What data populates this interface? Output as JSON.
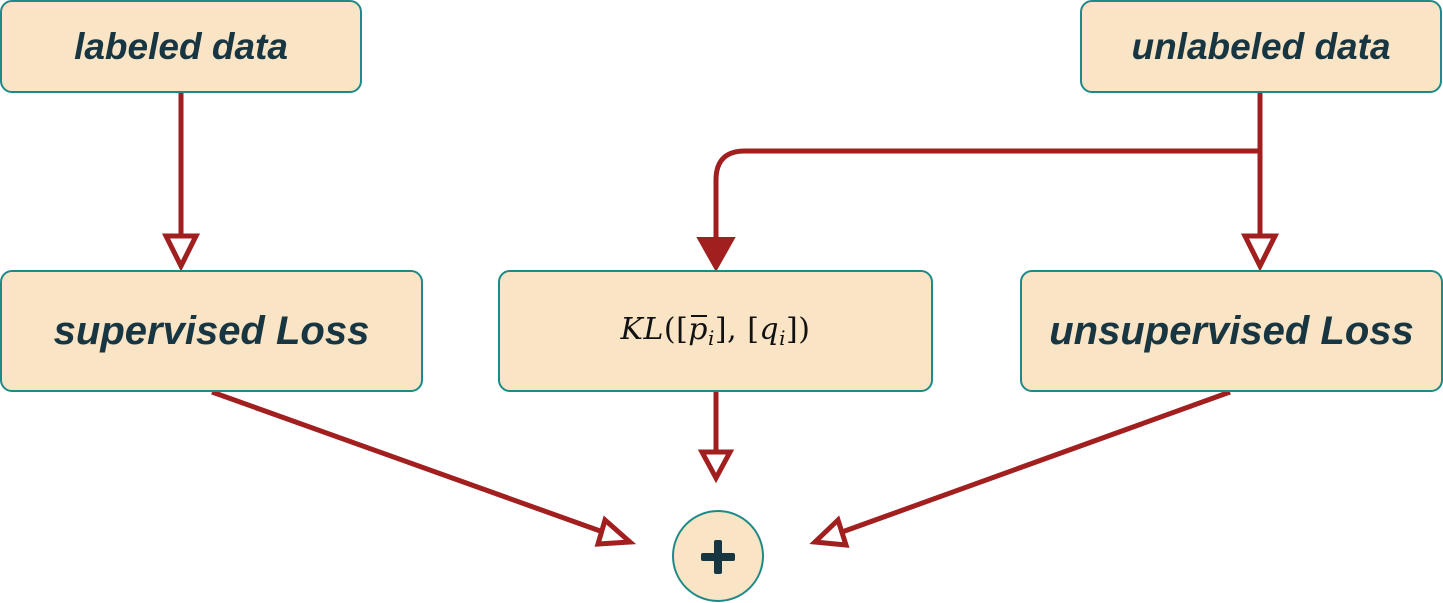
{
  "nodes": {
    "labeled_data": "labeled data",
    "unlabeled_data": "unlabeled data",
    "supervised_loss": "supervised Loss",
    "unsupervised_loss": "unsupervised Loss",
    "kl_formula": "KL([p̄i], [qi])",
    "sum_symbol": "+"
  },
  "colors": {
    "node_fill": "#f9e4c6",
    "node_border": "#1d8a87",
    "arrow": "#a21f1f",
    "text": "#183642"
  }
}
